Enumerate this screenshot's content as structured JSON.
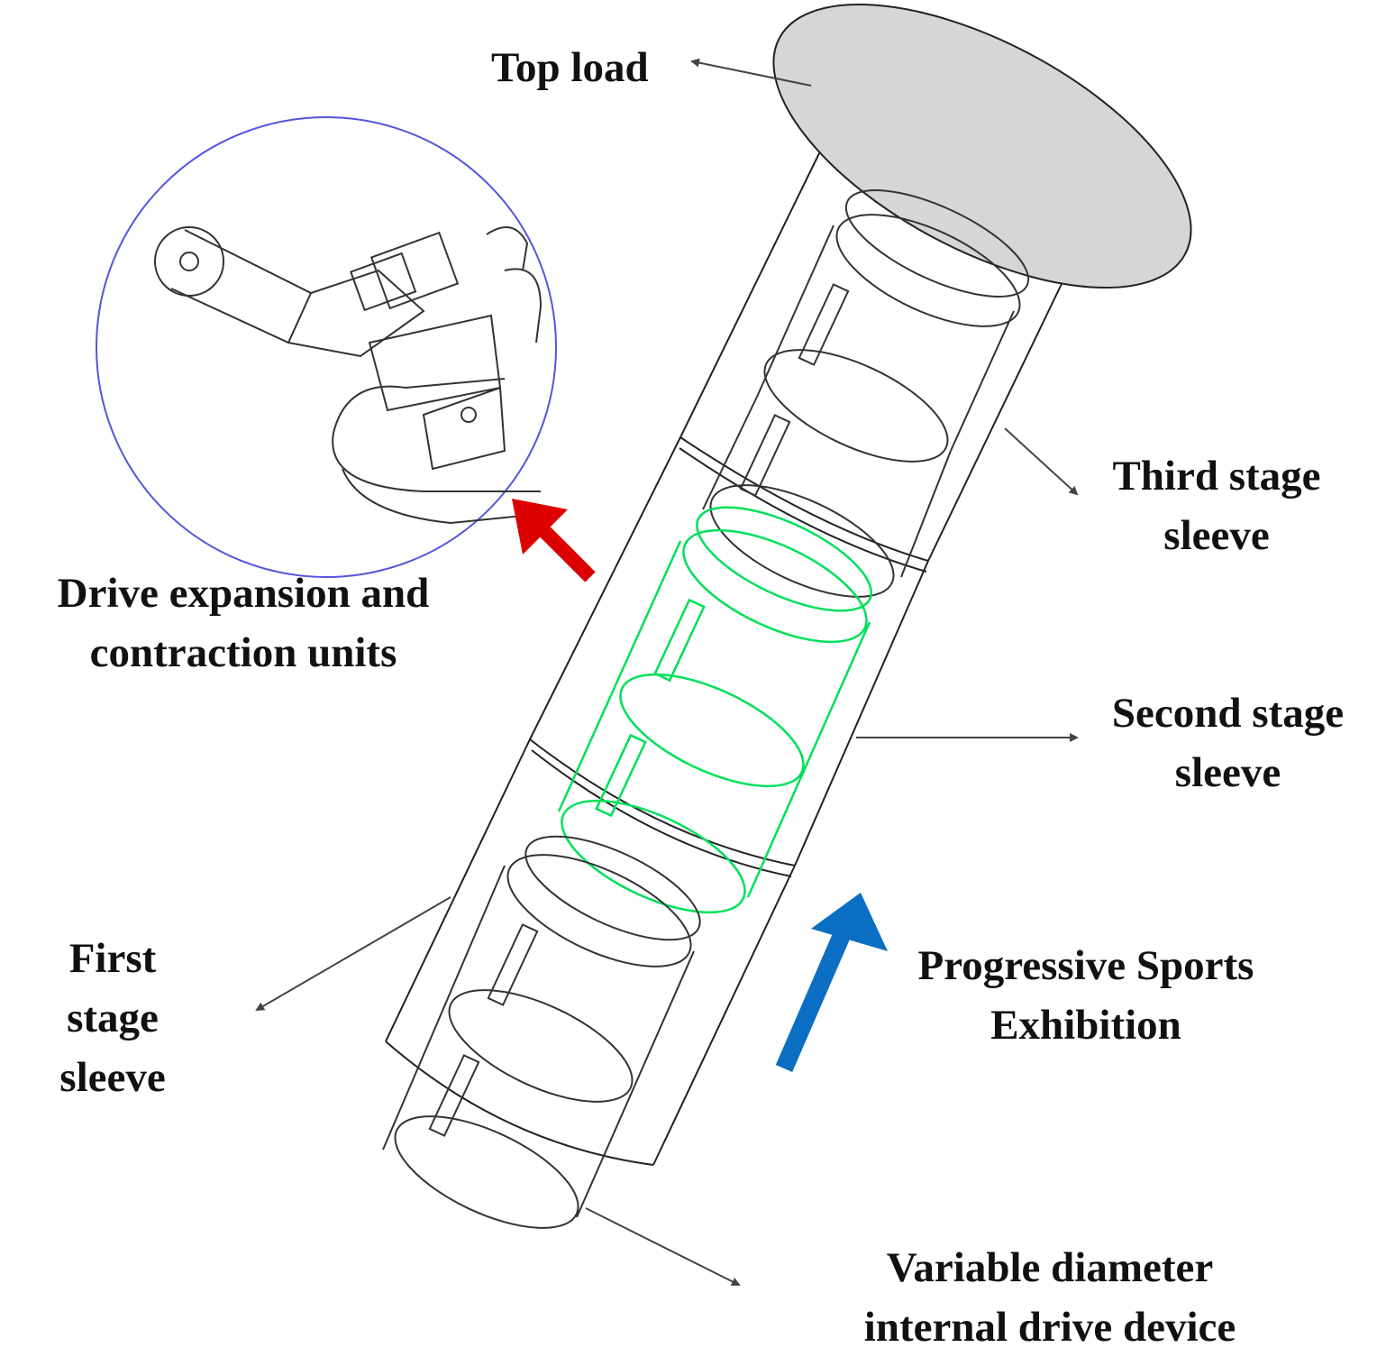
{
  "labels": {
    "top_load": "Top load",
    "third_stage": [
      "Third stage",
      "sleeve"
    ],
    "drive_units": [
      "Drive expansion and",
      "contraction units"
    ],
    "second_stage": [
      "Second stage",
      "sleeve"
    ],
    "first_stage": [
      "First",
      "stage",
      "sleeve"
    ],
    "progressive": [
      "Progressive Sports",
      "Exhibition"
    ],
    "internal_drive": [
      "Variable diameter",
      "internal drive device"
    ]
  },
  "colors": {
    "outline": "#222222",
    "top_load_fill": "#d6d6d6",
    "highlight_unit": "#00e05a",
    "detail_circle": "#5555dd",
    "arrow_red": "#dd0000",
    "arrow_blue": "#0a6fc2",
    "leader": "#444444"
  }
}
